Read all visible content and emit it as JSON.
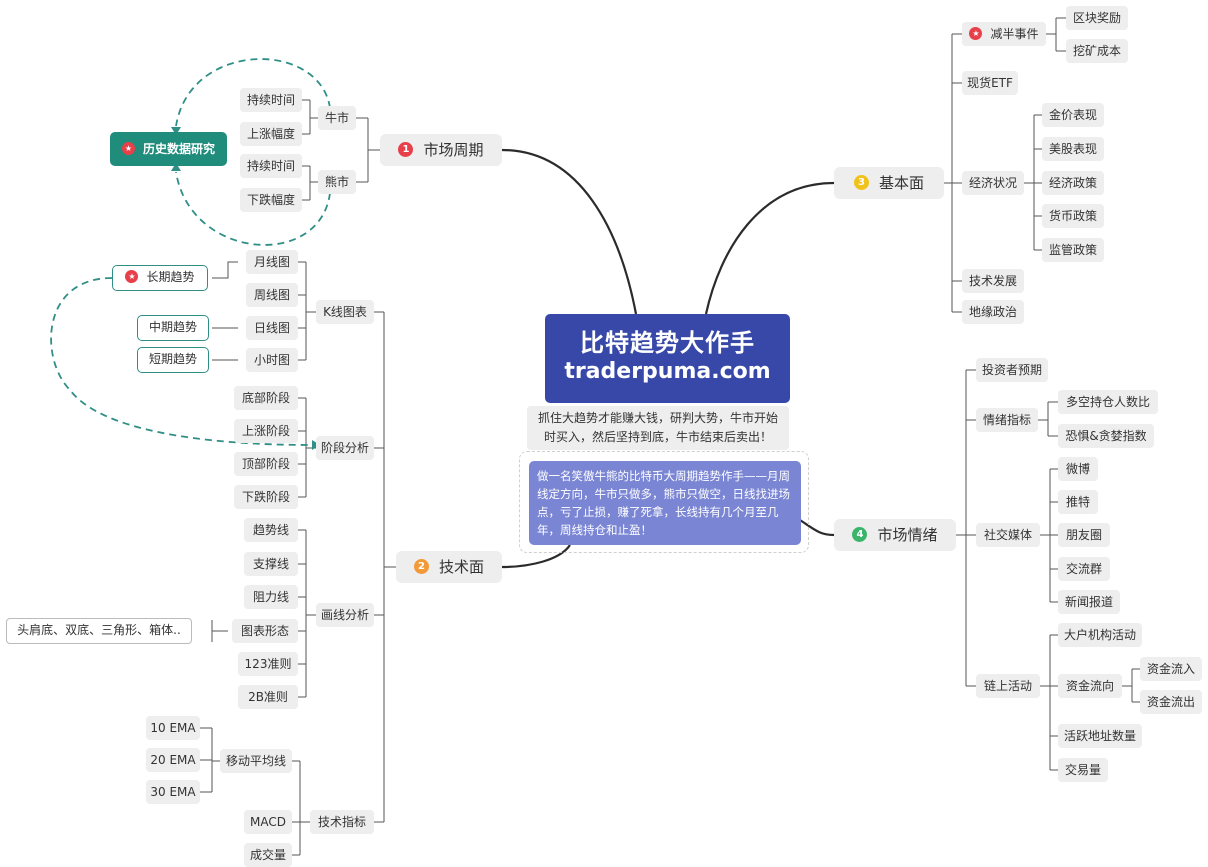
{
  "center": {
    "title": "比特趋势大作手",
    "site": "traderpuma.com"
  },
  "subtitle": {
    "line1": "抓住大趋势才能赚大钱，研判大势，牛市开始",
    "line2": "时买入，然后坚持到底，牛市结束后卖出！"
  },
  "note": "做一名笑傲牛熊的比特币大周期趋势作手——月周线定方向，牛市只做多，熊市只做空，日线找进场点，亏了止损，赚了死拿，长线持有几个月至几年，周线持仓和止盈！",
  "topics": {
    "t1": {
      "badge": "1",
      "label": "市场周期"
    },
    "t2": {
      "badge": "2",
      "label": "技术面"
    },
    "t3": {
      "badge": "3",
      "label": "基本面"
    },
    "t4": {
      "badge": "4",
      "label": "市场情绪"
    }
  },
  "cycle": {
    "bull": "牛市",
    "bear": "熊市",
    "bull_items": [
      "持续时间",
      "上涨幅度"
    ],
    "bear_items": [
      "持续时间",
      "下跌幅度"
    ],
    "history": "历史数据研究"
  },
  "tech": {
    "kline": "K线图表",
    "kline_items": [
      "月线图",
      "周线图",
      "日线图",
      "小时图"
    ],
    "trend_notes": [
      "长期趋势",
      "中期趋势",
      "短期趋势"
    ],
    "stage": "阶段分析",
    "stage_items": [
      "底部阶段",
      "上涨阶段",
      "顶部阶段",
      "下跌阶段"
    ],
    "drawing": "画线分析",
    "drawing_items": [
      "趋势线",
      "支撑线",
      "阻力线",
      "图表形态",
      "123准则",
      "2B准则"
    ],
    "patterns": "头肩底、双底、三角形、箱体..",
    "indicators": "技术指标",
    "ma": "移动平均线",
    "ma_items": [
      "10 EMA",
      "20 EMA",
      "30 EMA"
    ],
    "ind_items": [
      "MACD",
      "成交量"
    ]
  },
  "fund": {
    "halving": "减半事件",
    "halving_items": [
      "区块奖励",
      "挖矿成本"
    ],
    "spot_etf": "现货ETF",
    "economy": "经济状况",
    "economy_items": [
      "金价表现",
      "美股表现",
      "经济政策",
      "货币政策",
      "监管政策"
    ],
    "tech_dev": "技术发展",
    "geo": "地缘政治"
  },
  "senti": {
    "expect": "投资者预期",
    "indicator": "情绪指标",
    "indicator_items": [
      "多空持仓人数比",
      "恐惧&贪婪指数"
    ],
    "social": "社交媒体",
    "social_items": [
      "微博",
      "推特",
      "朋友圈",
      "交流群",
      "新闻报道"
    ],
    "onchain": "链上活动",
    "whale": "大户机构活动",
    "flow": "资金流向",
    "flow_items": [
      "资金流入",
      "资金流出"
    ],
    "active": "活跃地址数量",
    "volume": "交易量"
  }
}
